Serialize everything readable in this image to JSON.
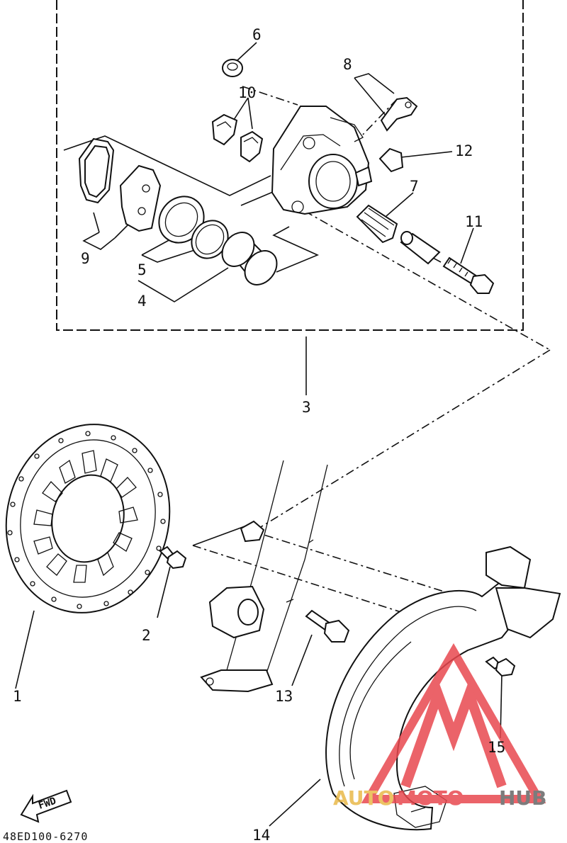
{
  "callouts": {
    "c1": "1",
    "c2": "2",
    "c3": "3",
    "c4": "4",
    "c5": "5",
    "c6": "6",
    "c7": "7",
    "c8": "8",
    "c9": "9",
    "c10": "10",
    "c11": "11",
    "c12": "12",
    "c13": "13",
    "c14": "14",
    "c15": "15"
  },
  "fwd_label": "FWD",
  "drawing_code": "48ED100-6270",
  "watermark": {
    "part1": "AUTO",
    "part2": "MOTO",
    "part3": "HUB",
    "colors": {
      "red": "#e8484f",
      "gold": "#e9b94a",
      "gray": "#666666"
    }
  }
}
